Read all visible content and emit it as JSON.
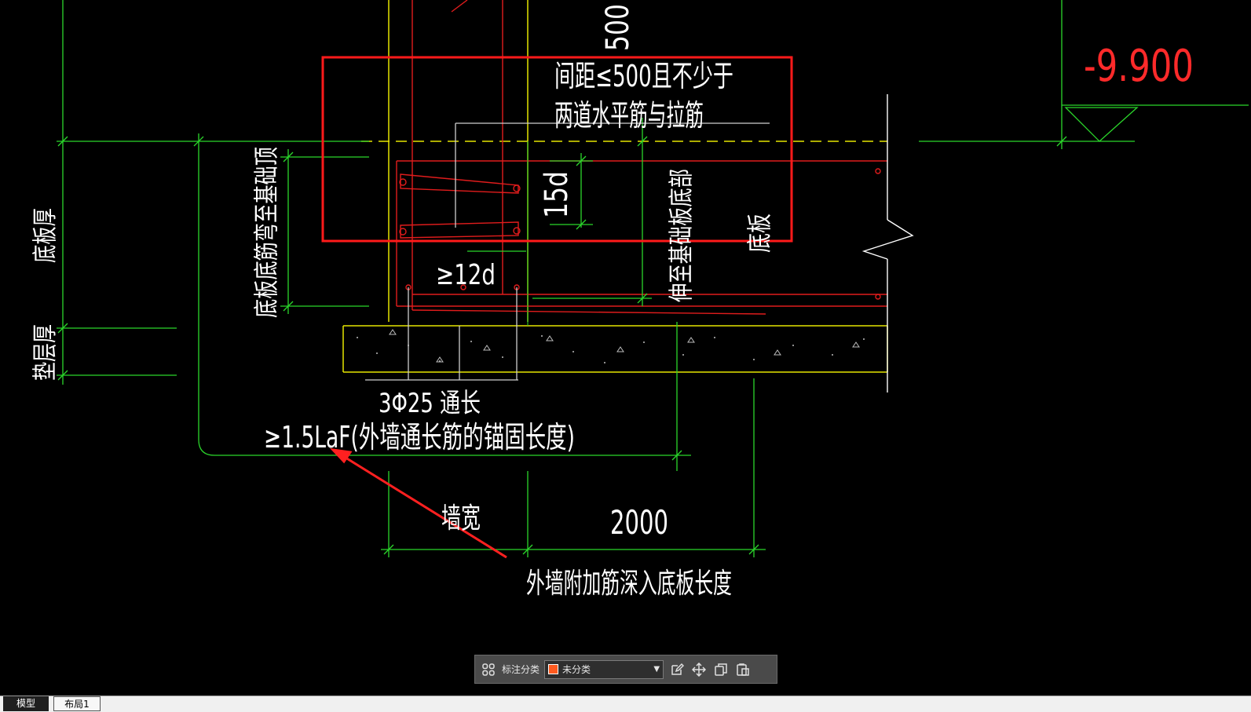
{
  "drawing": {
    "labels": {
      "spacing_line1": "间距≤500且不少于",
      "spacing_line2": "两道水平筋与拉筋",
      "dim_500": "500",
      "elevation": "-9.900",
      "slab_thickness": "底板厚",
      "cushion_thickness": "垫层厚",
      "bend_text": "底板底筋弯至基础顶",
      "dim_15d": "15d",
      "extend_text": "伸至基础板底部",
      "slab": "底板",
      "dim_12d": "≥12d",
      "rebar": "3Φ25 通长",
      "anchor": "≥1.5LaF(外墙通长筋的锚固长度)",
      "wall_width": "墙宽",
      "dim_2000": "2000",
      "extra_bar": "外墙附加筋深入底板长度"
    }
  },
  "toolbar": {
    "label": "标注分类",
    "selected": "未分类",
    "swatch_color": "#ff5a1f",
    "icons": [
      "grid-icon",
      "edit-icon",
      "move-icon",
      "copy-icon",
      "paste-icon"
    ]
  },
  "tabs": {
    "model": "模型",
    "layout1": "布局1"
  }
}
